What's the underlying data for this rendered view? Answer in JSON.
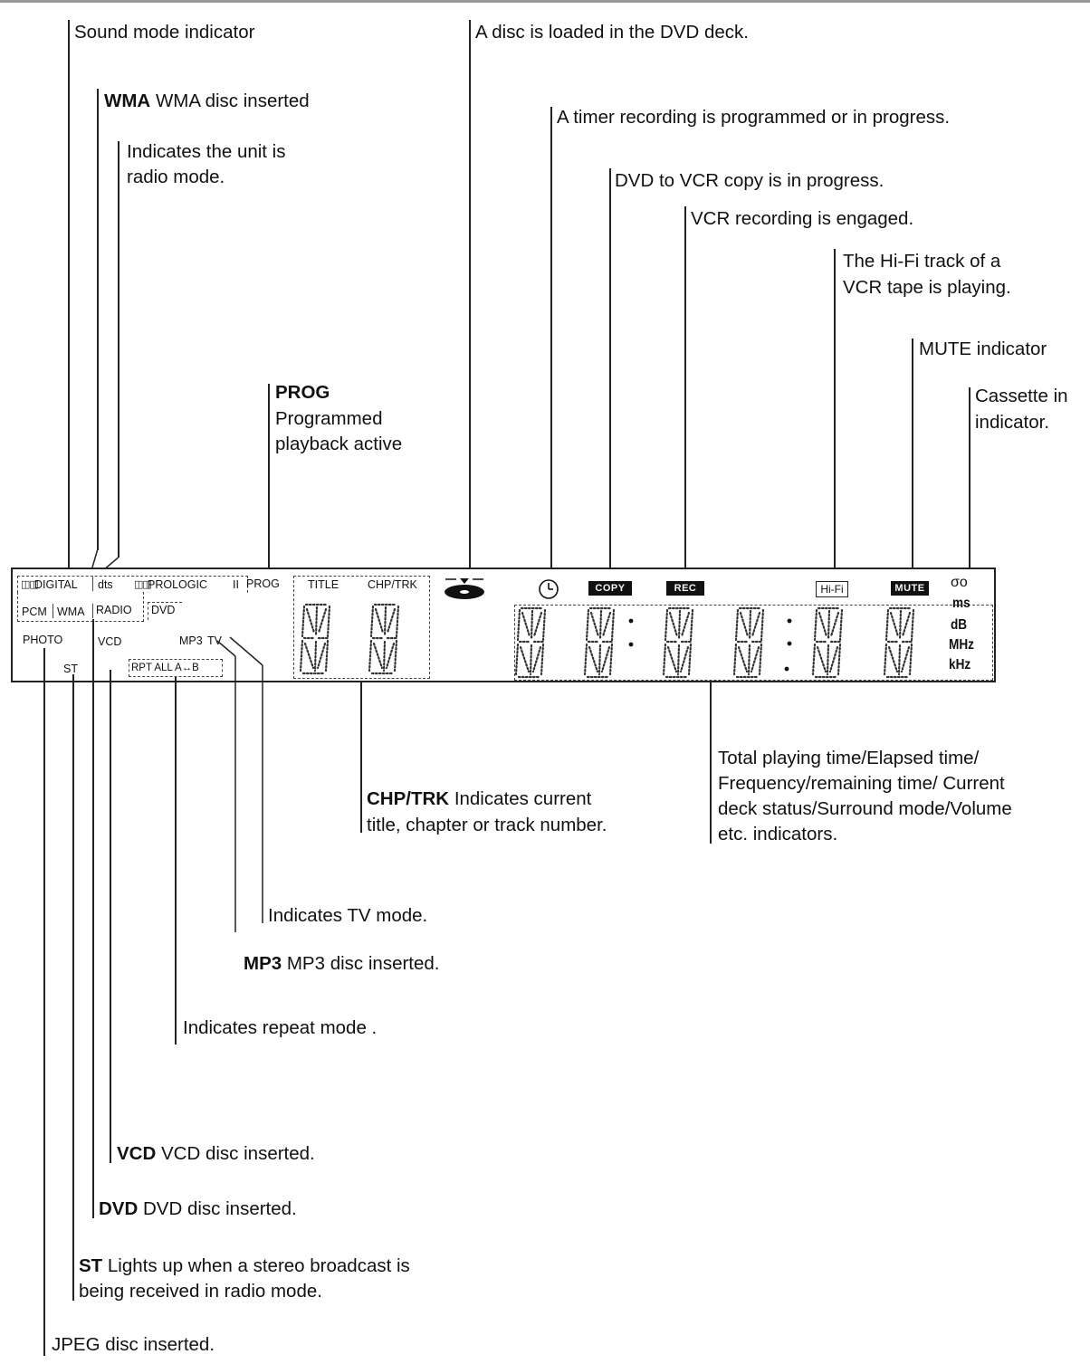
{
  "panel_labels": {
    "digital": "DIGITAL",
    "dts": "dts",
    "prologic": "PROLOGIC",
    "prologic_suffix": "II",
    "prog": "PROG",
    "pcm": "PCM",
    "wma": "WMA",
    "radio": "RADIO",
    "dvd": "DVD",
    "photo": "PHOTO",
    "vcd": "VCD",
    "mp3": "MP3",
    "tv": "TV",
    "st": "ST",
    "repeat": "RPT ALL A↔B",
    "title": "TITLE",
    "chptrk": "CHP/TRK",
    "copy": "COPY",
    "rec": "REC",
    "hifi": "Hi-Fi",
    "mute": "MUTE",
    "cassette": "σο",
    "ms": "ms",
    "db": "dB",
    "mhz": "MHz",
    "khz": "kHz"
  },
  "callouts": {
    "sound_mode": "Sound mode indicator",
    "wma_bold": "WMA",
    "wma_text": "WMA disc inserted",
    "radio_line1": "Indicates the unit is",
    "radio_line2": "radio mode.",
    "prog_bold": "PROG",
    "prog_line1": "Programmed",
    "prog_line2": "playback active",
    "disc_loaded": "A disc is loaded in the DVD deck.",
    "timer": "A timer recording is programmed or in progress.",
    "copy": "DVD to VCR copy is in progress.",
    "rec": "VCR recording is engaged.",
    "hifi_line1": "The Hi-Fi track of a",
    "hifi_line2": "VCR tape is playing.",
    "mute": "MUTE indicator",
    "cassette_line1": "Cassette in",
    "cassette_line2": "indicator.",
    "total_line1": "Total playing time/Elapsed time/",
    "total_line2": "Frequency/remaining time/ Current",
    "total_line3": "deck status/Surround mode/Volume",
    "total_line4": "etc. indicators.",
    "chptrk_bold": "CHP/TRK",
    "chptrk_line1": "Indicates current",
    "chptrk_line2": "title, chapter or track number.",
    "tv": "Indicates TV mode.",
    "mp3_bold": "MP3",
    "mp3_text": "MP3 disc inserted.",
    "repeat": "Indicates repeat mode .",
    "vcd_bold": "VCD",
    "vcd_text": "VCD disc inserted.",
    "dvd_bold": "DVD",
    "dvd_text": "DVD disc inserted.",
    "st_bold": "ST",
    "st_line1": "Lights up when a stereo broadcast is",
    "st_line2": "being received in radio mode.",
    "jpeg": "JPEG disc inserted."
  }
}
